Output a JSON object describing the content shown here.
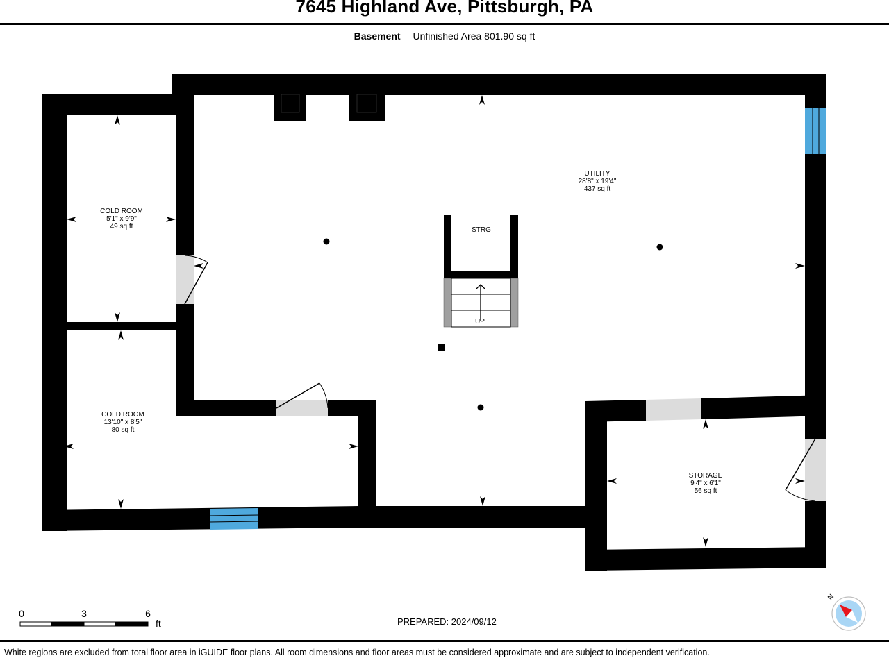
{
  "header": {
    "title": "7645 Highland Ave, Pittsburgh, PA",
    "level": "Basement",
    "area_summary": "Unfinished Area 801.90 sq ft"
  },
  "rooms": [
    {
      "name": "COLD ROOM",
      "dimensions": "5'1\" x 9'9\"",
      "area": "49 sq ft"
    },
    {
      "name": "COLD ROOM",
      "dimensions": "13'10\" x 8'5\"",
      "area": "80 sq ft"
    },
    {
      "name": "UTILITY",
      "dimensions": "28'8\" x 19'4\"",
      "area": "437 sq ft"
    },
    {
      "name": "STORAGE",
      "dimensions": "9'4\" x 6'1\"",
      "area": "56 sq ft"
    },
    {
      "name": "STRG"
    }
  ],
  "stairs": {
    "label": "UP"
  },
  "scale_bar": {
    "ticks": [
      "0",
      "3",
      "6"
    ],
    "unit": "ft"
  },
  "compass": {
    "label": "N",
    "needle_color": "#e8141b",
    "dial_color": "#a9d6f5"
  },
  "colors": {
    "wall": "#000000",
    "window": "#4fa9dd",
    "door_opening": "#dcdcdc",
    "stair_rail": "#a0a0a0"
  },
  "footer": {
    "prepared": "PREPARED: 2024/09/12",
    "disclaimer": "White regions are excluded from total floor area in iGUIDE floor plans. All room dimensions and floor areas must be considered approximate and are subject to independent verification."
  }
}
